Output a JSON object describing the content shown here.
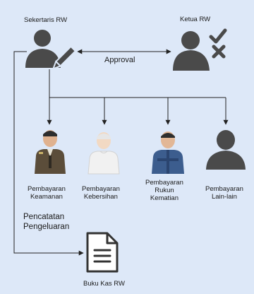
{
  "diagram": {
    "nodes": {
      "sekretaris": {
        "label": "Sekertaris RW",
        "icon": "user-edit-icon"
      },
      "ketua": {
        "label": "Ketua RW",
        "icon": "user-approve-reject-icon"
      },
      "keamanan": {
        "label_line1": "Pembayaran",
        "label_line2": "Keamanan",
        "icon": "security-guard-icon"
      },
      "kebersihan": {
        "label_line1": "Pembayaran",
        "label_line2": "Kebersihan",
        "icon": "cleaner-icon"
      },
      "kematian": {
        "label_line1": "Pembayaran",
        "label_line2": "Rukun",
        "label_line3": "Kematian",
        "icon": "worker-icon"
      },
      "lainlain": {
        "label_line1": "Pembayaran",
        "label_line2": "Lain-lain",
        "icon": "generic-person-icon"
      },
      "bukukas": {
        "label": "Buku Kas RW",
        "icon": "document-icon"
      }
    },
    "edges": {
      "approval": {
        "label": "Approval"
      },
      "pengeluaran": {
        "label_line1": "Pencatatan",
        "label_line2": "Pengeluaran"
      }
    },
    "colors": {
      "edge": "#222222",
      "person_dark": "#4a4a4a",
      "background": "#dde8f8"
    }
  }
}
